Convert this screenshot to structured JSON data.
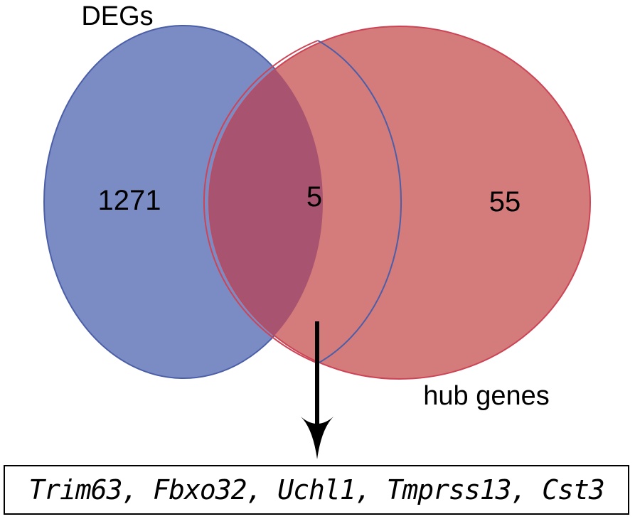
{
  "diagram": {
    "sets": [
      {
        "id": "degs",
        "label": "DEGs",
        "only_count": "1271",
        "fill": "#7b8cc4",
        "stroke": "#4b5ea8"
      },
      {
        "id": "hub",
        "label": "hub genes",
        "only_count": "55",
        "fill": "#d47b7b",
        "stroke": "#cc4455"
      }
    ],
    "overlap": {
      "count": "5",
      "fill": "#a8536f"
    },
    "genes": "Trim63, Fbxo32, Uchl1, Tmprss13, Cst3"
  }
}
